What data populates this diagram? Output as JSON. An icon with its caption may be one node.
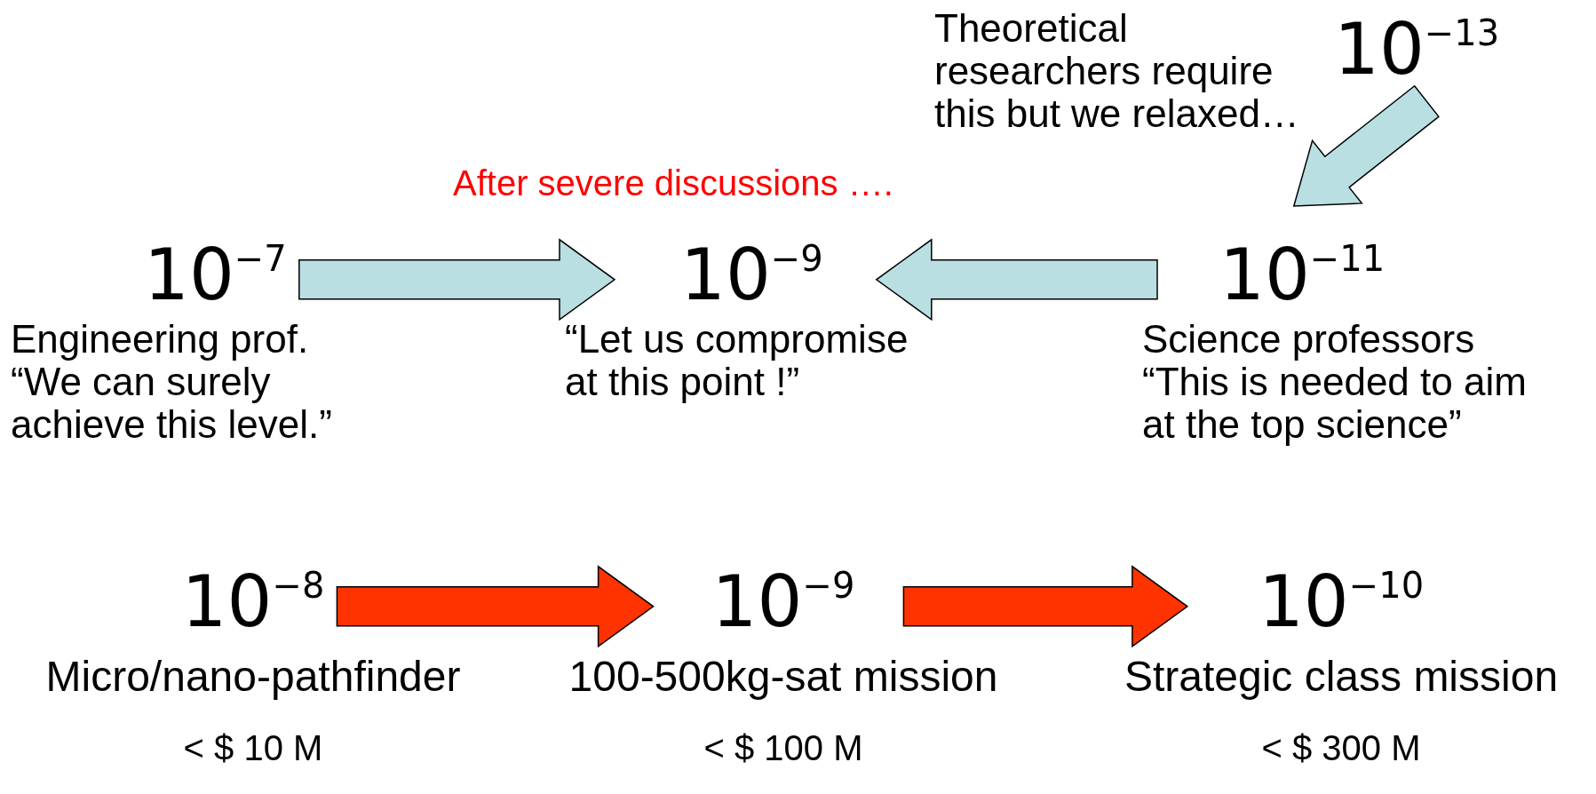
{
  "diagram": {
    "nodes": [
      {
        "text": [
          "10$^{−7}$",
          "Engineering prof.",
          "“We can surely achieve this level.”"
        ]
      },
      {
        "text": [
          "10$^{−9}$",
          "“Let us compromise at this point !”"
        ]
      },
      {
        "text": [
          "10$^{−11}$",
          "Science professors",
          "“This is needed to aim at the top science”"
        ]
      },
      {
        "text": [
          "10$^{−13}$"
        ],
        "beside": [
          "Theoretical researchers require this but we relaxed…"
        ]
      },
      {
        "text": [
          "10$^{−8}$",
          "Micro/nano-pathfinder",
          "< $ 10 M"
        ]
      },
      {
        "text": [
          "10$^{−9}$",
          "100-500kg-sat mission",
          "< $ 100 M"
        ]
      },
      {
        "text": [
          "10$^{−10}$",
          "Strategic class mission",
          "< $ 300 M"
        ]
      }
    ],
    "edges": [
      {
        "from": 0,
        "to": 1,
        "arrow": "to"
      },
      {
        "from": 2,
        "to": 1,
        "arrow": "to"
      },
      {
        "from": 3,
        "to": 2,
        "arrow": "to"
      },
      {
        "from": 4,
        "to": 5,
        "arrow": "to",
        "color": "#ff3300"
      },
      {
        "from": 5,
        "to": 6,
        "arrow": "to",
        "color": "#ff3300"
      }
    ],
    "labels": [
      "After severe discussions …."
    ]
  }
}
